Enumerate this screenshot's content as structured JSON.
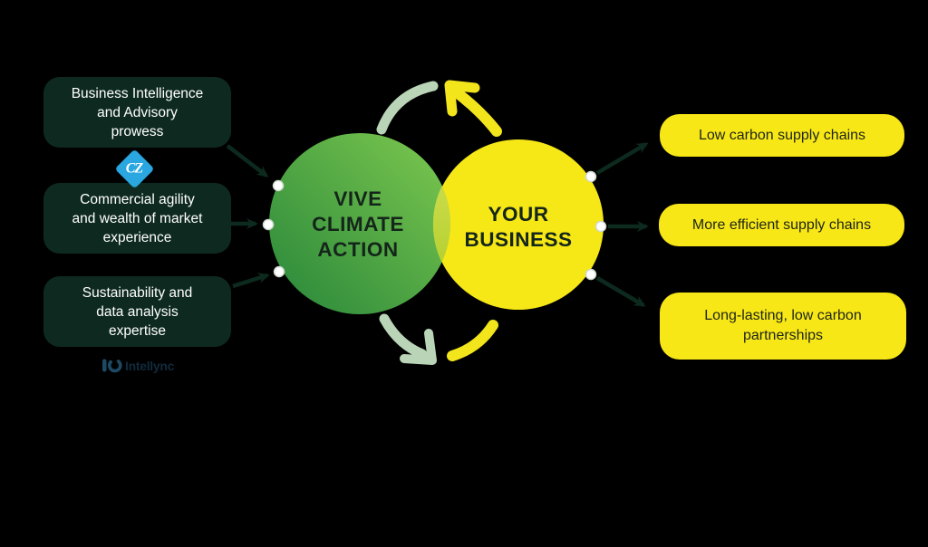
{
  "background": "#000000",
  "venn": {
    "left_circle_label": "VIVE\nCLIMATE\nACTION",
    "right_circle_label": "YOUR\nBUSINESS",
    "left_circle_gradient": [
      "#7ec94f",
      "#27863a"
    ],
    "right_circle_color": "#f6e716",
    "overlap_color": "#c2d63c"
  },
  "left_items": [
    {
      "label": "Business Intelligence\nand Advisory\nprowess"
    },
    {
      "label": "Commercial agility\nand wealth of market\nexperience"
    },
    {
      "label": "Sustainability and\ndata analysis\nexpertise"
    }
  ],
  "right_items": [
    {
      "label": "Low carbon supply chains"
    },
    {
      "label": "More efficient supply chains"
    },
    {
      "label": "Long-lasting, low carbon\npartnerships"
    }
  ],
  "logos": {
    "cz_monogram": "CZ",
    "intellync_name": "Intellync"
  },
  "colors": {
    "dark_box": "#0e2a20",
    "yellow_box": "#f8e716",
    "connector_line": "#0d2a1f",
    "connector_dot": "#ffffff",
    "sage_arrow": "#b9d4b6",
    "yellow_arrow": "#f3e51c",
    "cz_blue": "#2aa7e0",
    "intellync_navy": "#112a3c",
    "box_text_light": "#ffffff",
    "box_text_dark": "#1c2418"
  }
}
